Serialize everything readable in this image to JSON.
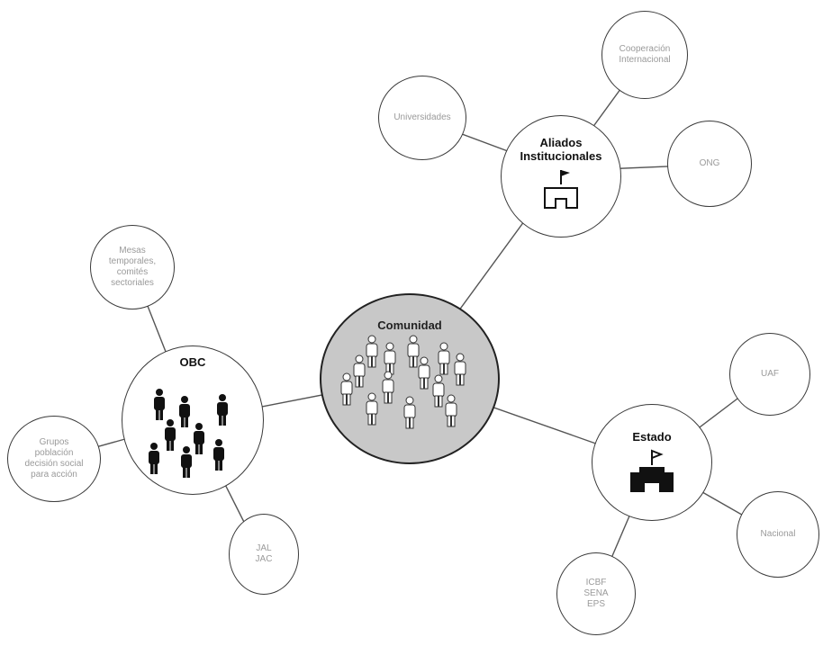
{
  "center": {
    "label": "Comunidad"
  },
  "hubs": {
    "obc": {
      "label": "OBC"
    },
    "aliados": {
      "label": "Aliados\nInstitucionales"
    },
    "estado": {
      "label": "Estado"
    }
  },
  "satellites": {
    "obc_top": {
      "text": "Mesas\ntemporales,\ncomités\nsectoriales"
    },
    "obc_left": {
      "text": "Grupos\npoblación\ndecisión social\npara acción"
    },
    "obc_bottom": {
      "text": "JAL\nJAC"
    },
    "aliados_left": {
      "text": "Universidades"
    },
    "aliados_top": {
      "text": "Cooperación\nInternacional"
    },
    "aliados_right": {
      "text": "ONG"
    },
    "estado_top": {
      "text": "UAF"
    },
    "estado_right": {
      "text": "Nacional"
    },
    "estado_bottom": {
      "text": "ICBF\nSENA\nEPS"
    }
  },
  "icons": {
    "center": "crowd-icon",
    "obc": "people-group-icon",
    "aliados": "flag-building-icon",
    "estado": "government-building-icon"
  }
}
